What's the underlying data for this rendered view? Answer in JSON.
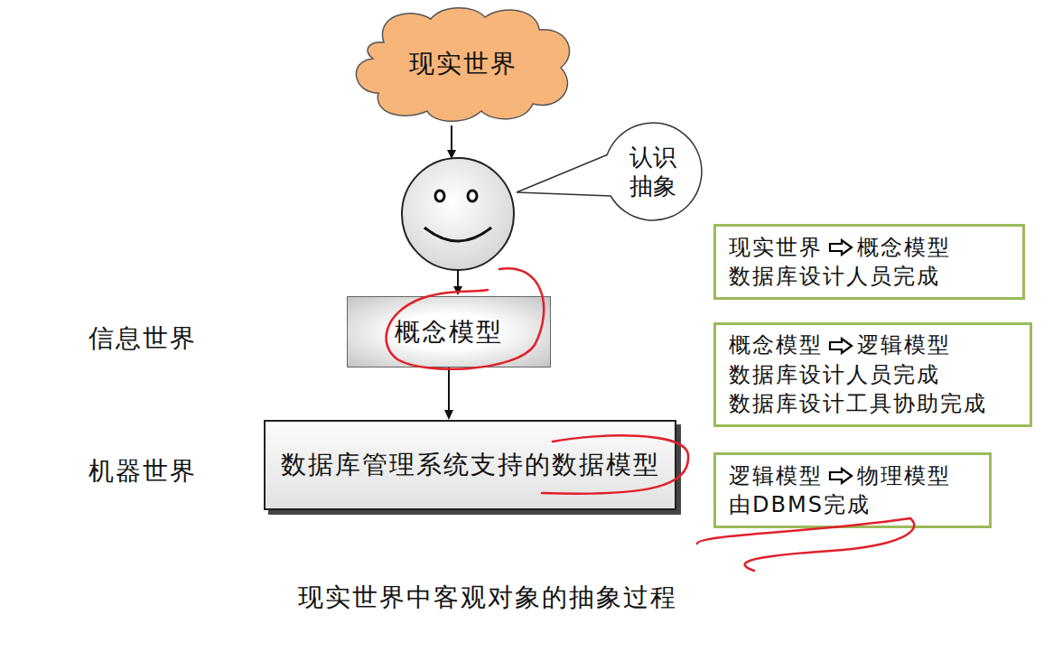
{
  "diagram": {
    "caption": "现实世界中客观对象的抽象过程",
    "nodes": [
      {
        "text": [
          "现实世界"
        ]
      },
      {
        "text": [
          "认识 抽象"
        ]
      },
      {
        "text": [
          "概念模型"
        ]
      },
      {
        "text": [
          "数据库管理系统支持的数据模型"
        ]
      },
      {
        "text": [
          "现实世界",
          "概念模型",
          "数据库设计人员完成"
        ]
      },
      {
        "text": [
          "概念模型",
          "逻辑模型",
          "数据库设计人员完成",
          "数据库设计工具协助完成"
        ]
      },
      {
        "text": [
          "逻辑模型",
          "物理模型",
          "由DBMS完成"
        ]
      }
    ],
    "edges": [
      {
        "from": 2,
        "to": 3,
        "arrow": "to"
      }
    ],
    "labels": [
      "信息世界",
      "机器世界"
    ]
  }
}
